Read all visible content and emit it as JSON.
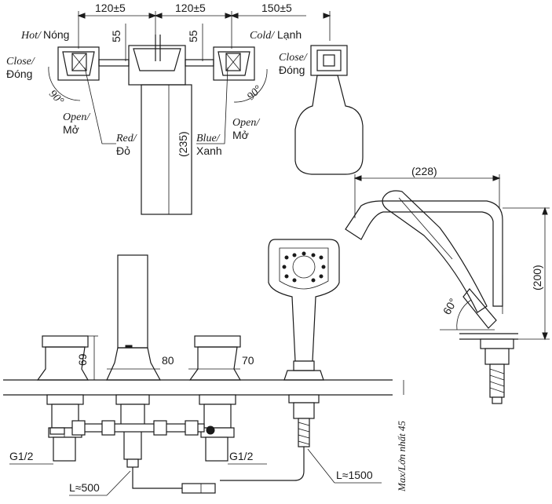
{
  "dimensions": {
    "spacing_left": "120±5",
    "spacing_mid": "120±5",
    "spacing_right": "150±5",
    "handle_height_left": "55",
    "handle_height_right": "55",
    "spout_length": "(235)",
    "handshower_reach": "(228)",
    "handshower_height": "(200)",
    "angle_tilt": "60°",
    "valve_height": "69",
    "spout_base": "80",
    "valve_base": "70",
    "thread_left": "G1/2",
    "thread_right": "G1/2",
    "hose_inner": "L≈500",
    "hose_shower": "L≈1500",
    "deck_max": "Max/Lớn nhất 45"
  },
  "labels": {
    "hot_en": "Hot/",
    "hot_vi": "Nóng",
    "cold_en": "Cold/",
    "cold_vi": "Lạnh",
    "close_left_en": "Close/",
    "close_left_vi": "Đóng",
    "close_right_en": "Close/",
    "close_right_vi": "Đóng",
    "open_left_en": "Open/",
    "open_left_vi": "Mở",
    "open_right_en": "Open/",
    "open_right_vi": "Mở",
    "red_en": "Red/",
    "red_vi": "Đỏ",
    "blue_en": "Blue/",
    "blue_vi": "Xanh",
    "angle_left": "90°",
    "angle_right": "90°"
  }
}
